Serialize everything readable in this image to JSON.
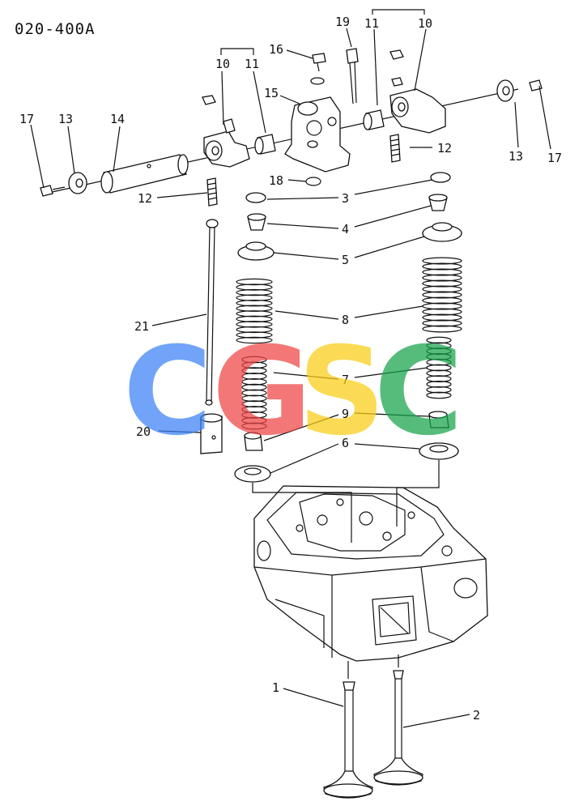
{
  "diagram_code": "020-400A",
  "watermark": {
    "letters": [
      "C",
      "G",
      "S",
      "C"
    ],
    "colors": [
      "#3b82f6",
      "#ef4444",
      "#facc15",
      "#16a34a"
    ]
  },
  "callouts": {
    "c19": "19",
    "c11_top": "11",
    "c10_top": "10",
    "c16": "16",
    "c10_left": "10",
    "c11_left": "11",
    "c15": "15",
    "c17_left": "17",
    "c13_left": "13",
    "c14": "14",
    "c12_right": "12",
    "c18": "18",
    "c12_left": "12",
    "c3": "3",
    "c4": "4",
    "c5": "5",
    "c13_right": "13",
    "c17_right": "17",
    "c21": "21",
    "c8": "8",
    "c7": "7",
    "c9": "9",
    "c20": "20",
    "c6": "6",
    "c1": "1",
    "c2": "2"
  }
}
